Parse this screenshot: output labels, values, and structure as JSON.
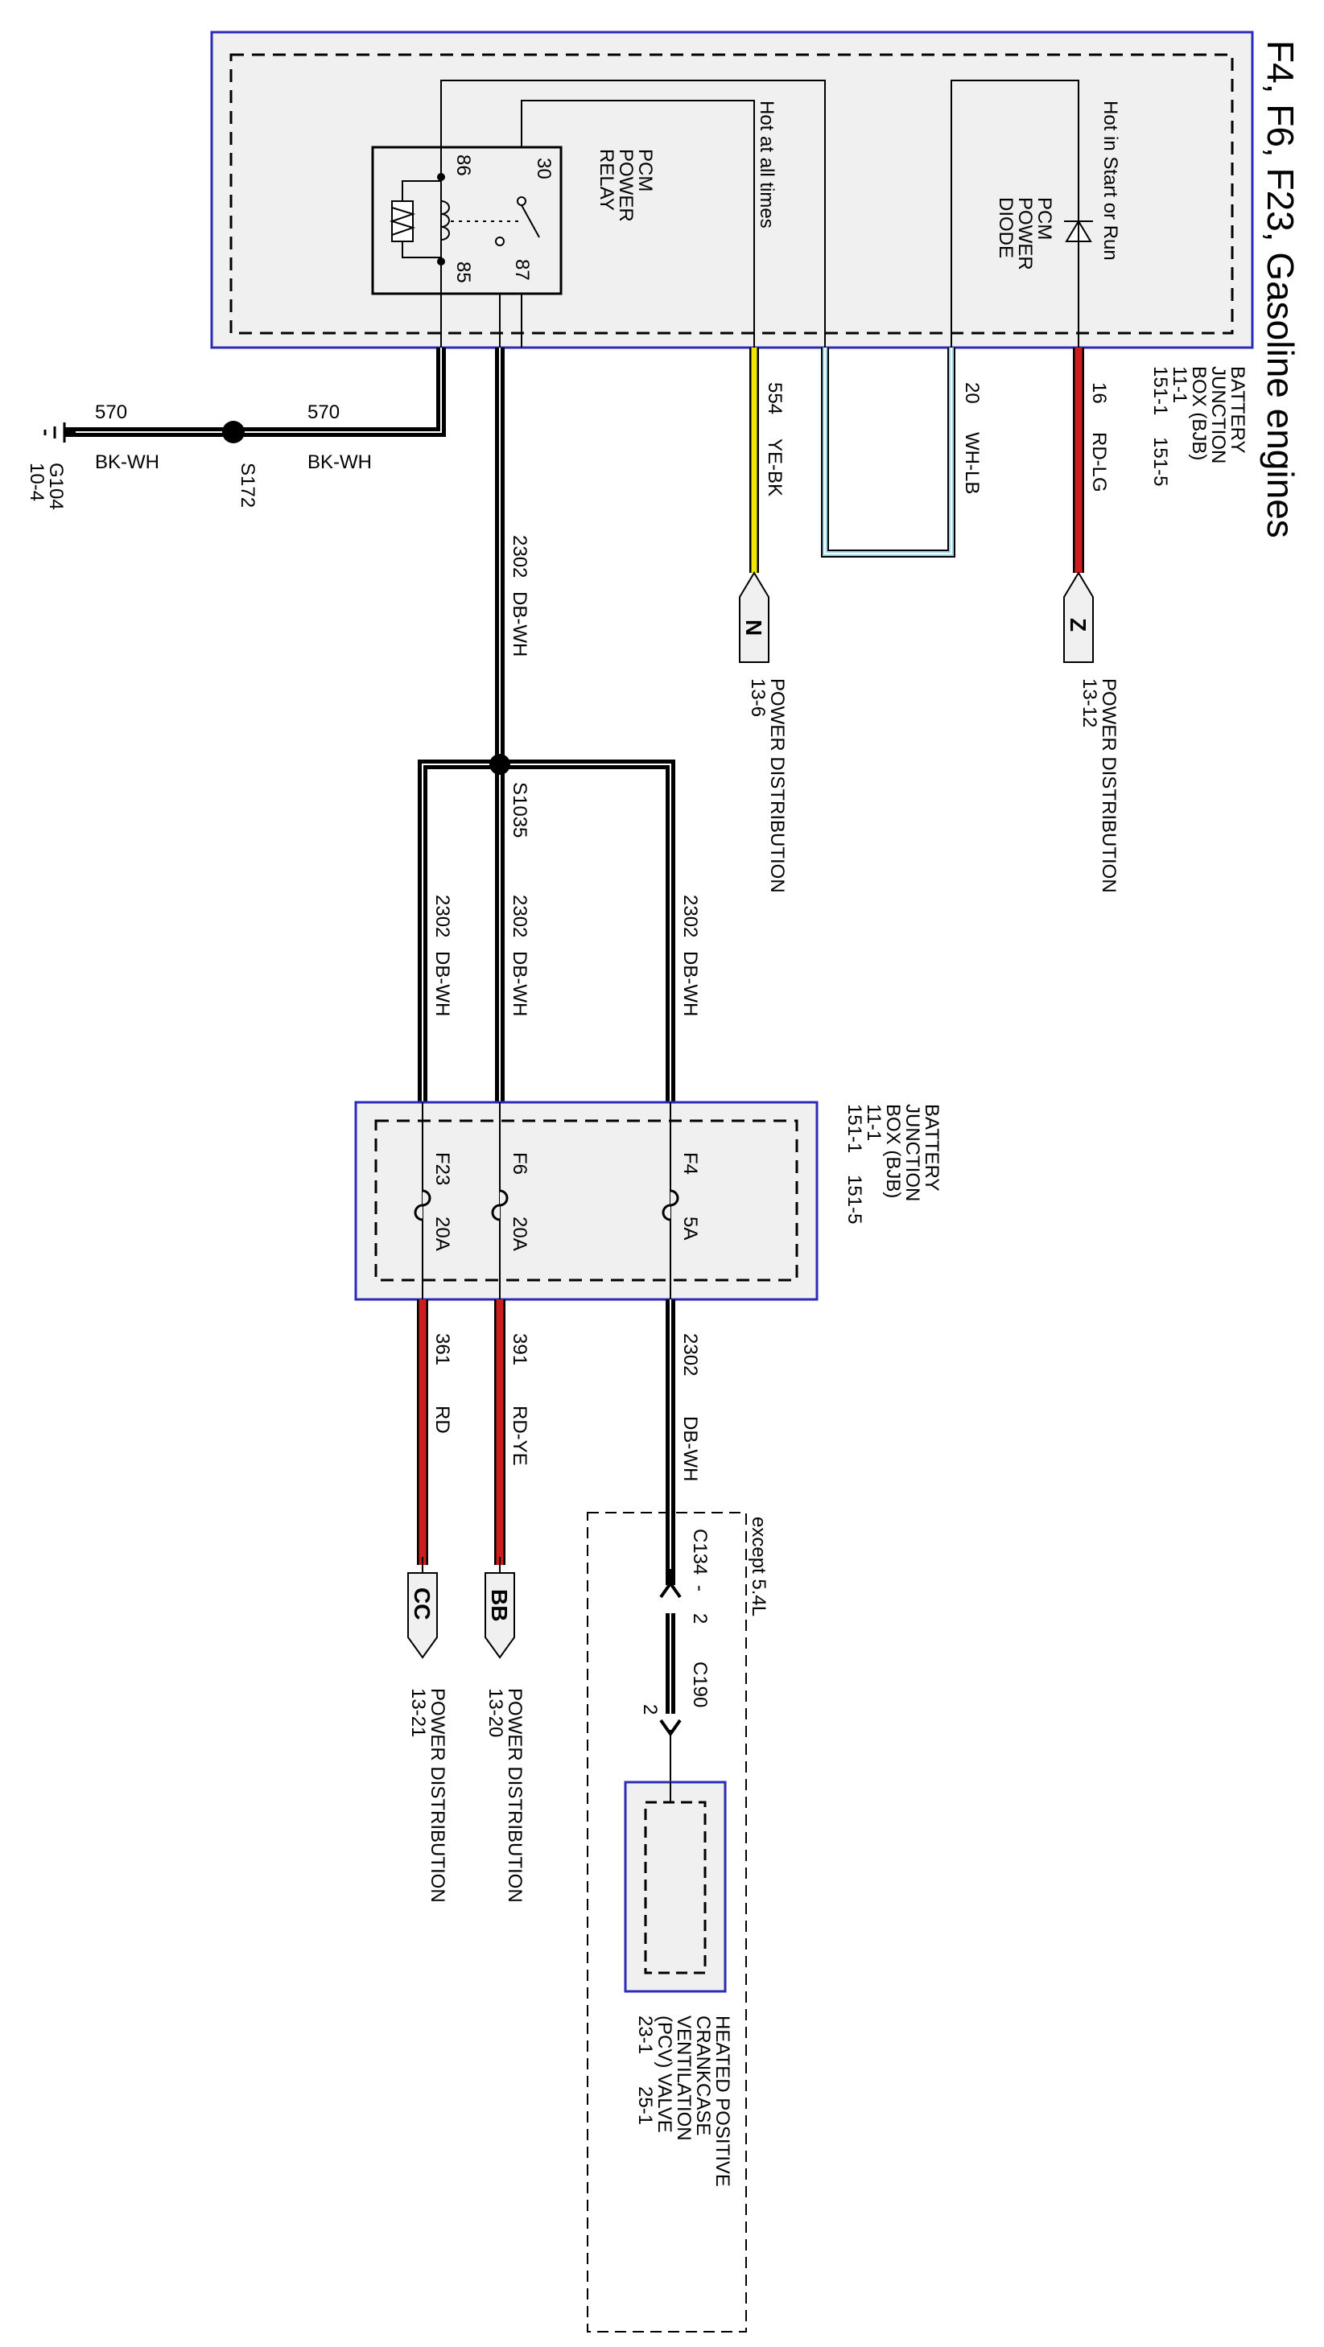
{
  "title": "F4, F6, F23, Gasoline engines",
  "colors": {
    "module_border": "#2b2bb8",
    "module_fill": "#f0f0f0",
    "wire_black": "#000000",
    "wire_red": "#cc1e1e",
    "wire_yellow": "#f2e600",
    "wire_lightblue": "#9fd3e6"
  },
  "bjb_top": {
    "name_lines": [
      "BATTERY",
      "JUNCTION",
      "BOX (BJB)",
      "11-1",
      "151-1    151-5"
    ],
    "hot_start_run": "Hot in Start or Run",
    "hot_all_times": "Hot at all times",
    "diode_label": [
      "PCM",
      "POWER",
      "DIODE"
    ],
    "relay_label": [
      "PCM",
      "POWER",
      "RELAY"
    ],
    "relay_pins": {
      "p86": "86",
      "p85": "85",
      "p30": "30",
      "p87": "87"
    }
  },
  "wires": {
    "rd_lg": {
      "circuit": "16",
      "color": "RD-LG"
    },
    "wh_lb": {
      "circuit": "20",
      "color": "WH-LB"
    },
    "ye_bk": {
      "circuit": "554",
      "color": "YE-BK"
    },
    "db_wh_main": {
      "circuit": "2302",
      "color": "DB-WH"
    },
    "bk_wh_right": {
      "circuit": "570",
      "color": "BK-WH"
    },
    "bk_wh_left": {
      "circuit": "570",
      "color": "BK-WH"
    },
    "db_wh_f4": {
      "circuit": "2302",
      "color": "DB-WH"
    },
    "db_wh_f6": {
      "circuit": "2302",
      "color": "DB-WH"
    },
    "db_wh_f23": {
      "circuit": "2302",
      "color": "DB-WH"
    },
    "f4_out": {
      "circuit": "2302",
      "color": "DB-WH"
    },
    "f6_out": {
      "circuit": "391",
      "color": "RD-YE"
    },
    "f23_out": {
      "circuit": "361",
      "color": "RD"
    }
  },
  "splices": {
    "s172": "S172",
    "s1035": "S1035"
  },
  "ground": {
    "name": "G104",
    "ref": "10-4"
  },
  "connectors": {
    "z": {
      "letter": "Z",
      "desc": "POWER DISTRIBUTION",
      "ref": "13-12"
    },
    "n": {
      "letter": "N",
      "desc": "POWER DISTRIBUTION",
      "ref": "13-6"
    },
    "bb": {
      "letter": "BB",
      "desc": "POWER DISTRIBUTION",
      "ref": "13-20"
    },
    "cc": {
      "letter": "CC",
      "desc": "POWER DISTRIBUTION",
      "ref": "13-21"
    }
  },
  "bjb_fuses": {
    "name_lines": [
      "BATTERY",
      "JUNCTION",
      "BOX (BJB)",
      "11-1",
      "151-1    151-5"
    ],
    "fuses": [
      {
        "name": "F4",
        "rating": "5A"
      },
      {
        "name": "F6",
        "rating": "20A"
      },
      {
        "name": "F23",
        "rating": "20A"
      }
    ]
  },
  "inline": {
    "option": "except 5.4L",
    "c134": "C134",
    "dash": "-",
    "pin_a": "2",
    "c190": "C190",
    "pin_b": "2"
  },
  "pcv": {
    "name_lines": [
      "HEATED POSITIVE",
      "CRANKCASE",
      "VENTILATION",
      "(PCV) VALVE",
      "23-1      25-1"
    ]
  }
}
